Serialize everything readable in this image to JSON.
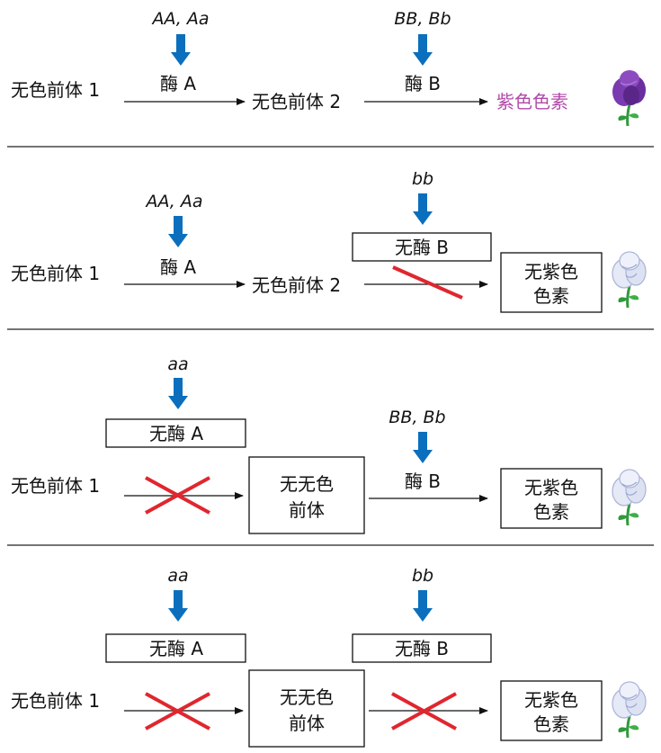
{
  "colors": {
    "arrow_blue": "#0b6fbd",
    "cross_red": "#e0262e",
    "pigment_purple": "#b04aa8",
    "flower_purple": "#6a35a0",
    "flower_white": "#d7dcf0",
    "stem_green": "#2f9a3a"
  },
  "rows": [
    {
      "precursor1": "无色前体 1",
      "enzymeA": {
        "genotype": "AA, Aa",
        "label": "酶 A",
        "blocked": false
      },
      "intermediate": "无色前体 2",
      "enzymeB": {
        "genotype": "BB, Bb",
        "label": "酶 B",
        "blocked": false
      },
      "product": "紫色色素",
      "flower": "purple-flower-icon"
    },
    {
      "precursor1": "无色前体 1",
      "enzymeA": {
        "genotype": "AA, Aa",
        "label": "酶 A",
        "blocked": false
      },
      "intermediate": "无色前体 2",
      "enzymeB": {
        "genotype": "bb",
        "label": "无酶 B",
        "blocked": true
      },
      "product_line1": "无紫色",
      "product_line2": "色素",
      "flower": "white-flower-icon"
    },
    {
      "precursor1": "无色前体 1",
      "enzymeA": {
        "genotype": "aa",
        "label": "无酶 A",
        "blocked": true
      },
      "intermediate_line1": "无无色",
      "intermediate_line2": "前体",
      "enzymeB": {
        "genotype": "BB, Bb",
        "label": "酶 B",
        "blocked": false
      },
      "product_line1": "无紫色",
      "product_line2": "色素",
      "flower": "white-flower-icon"
    },
    {
      "precursor1": "无色前体 1",
      "enzymeA": {
        "genotype": "aa",
        "label": "无酶 A",
        "blocked": true
      },
      "intermediate_line1": "无无色",
      "intermediate_line2": "前体",
      "enzymeB": {
        "genotype": "bb",
        "label": "无酶 B",
        "blocked": true
      },
      "product_line1": "无紫色",
      "product_line2": "色素",
      "flower": "white-flower-icon"
    }
  ]
}
